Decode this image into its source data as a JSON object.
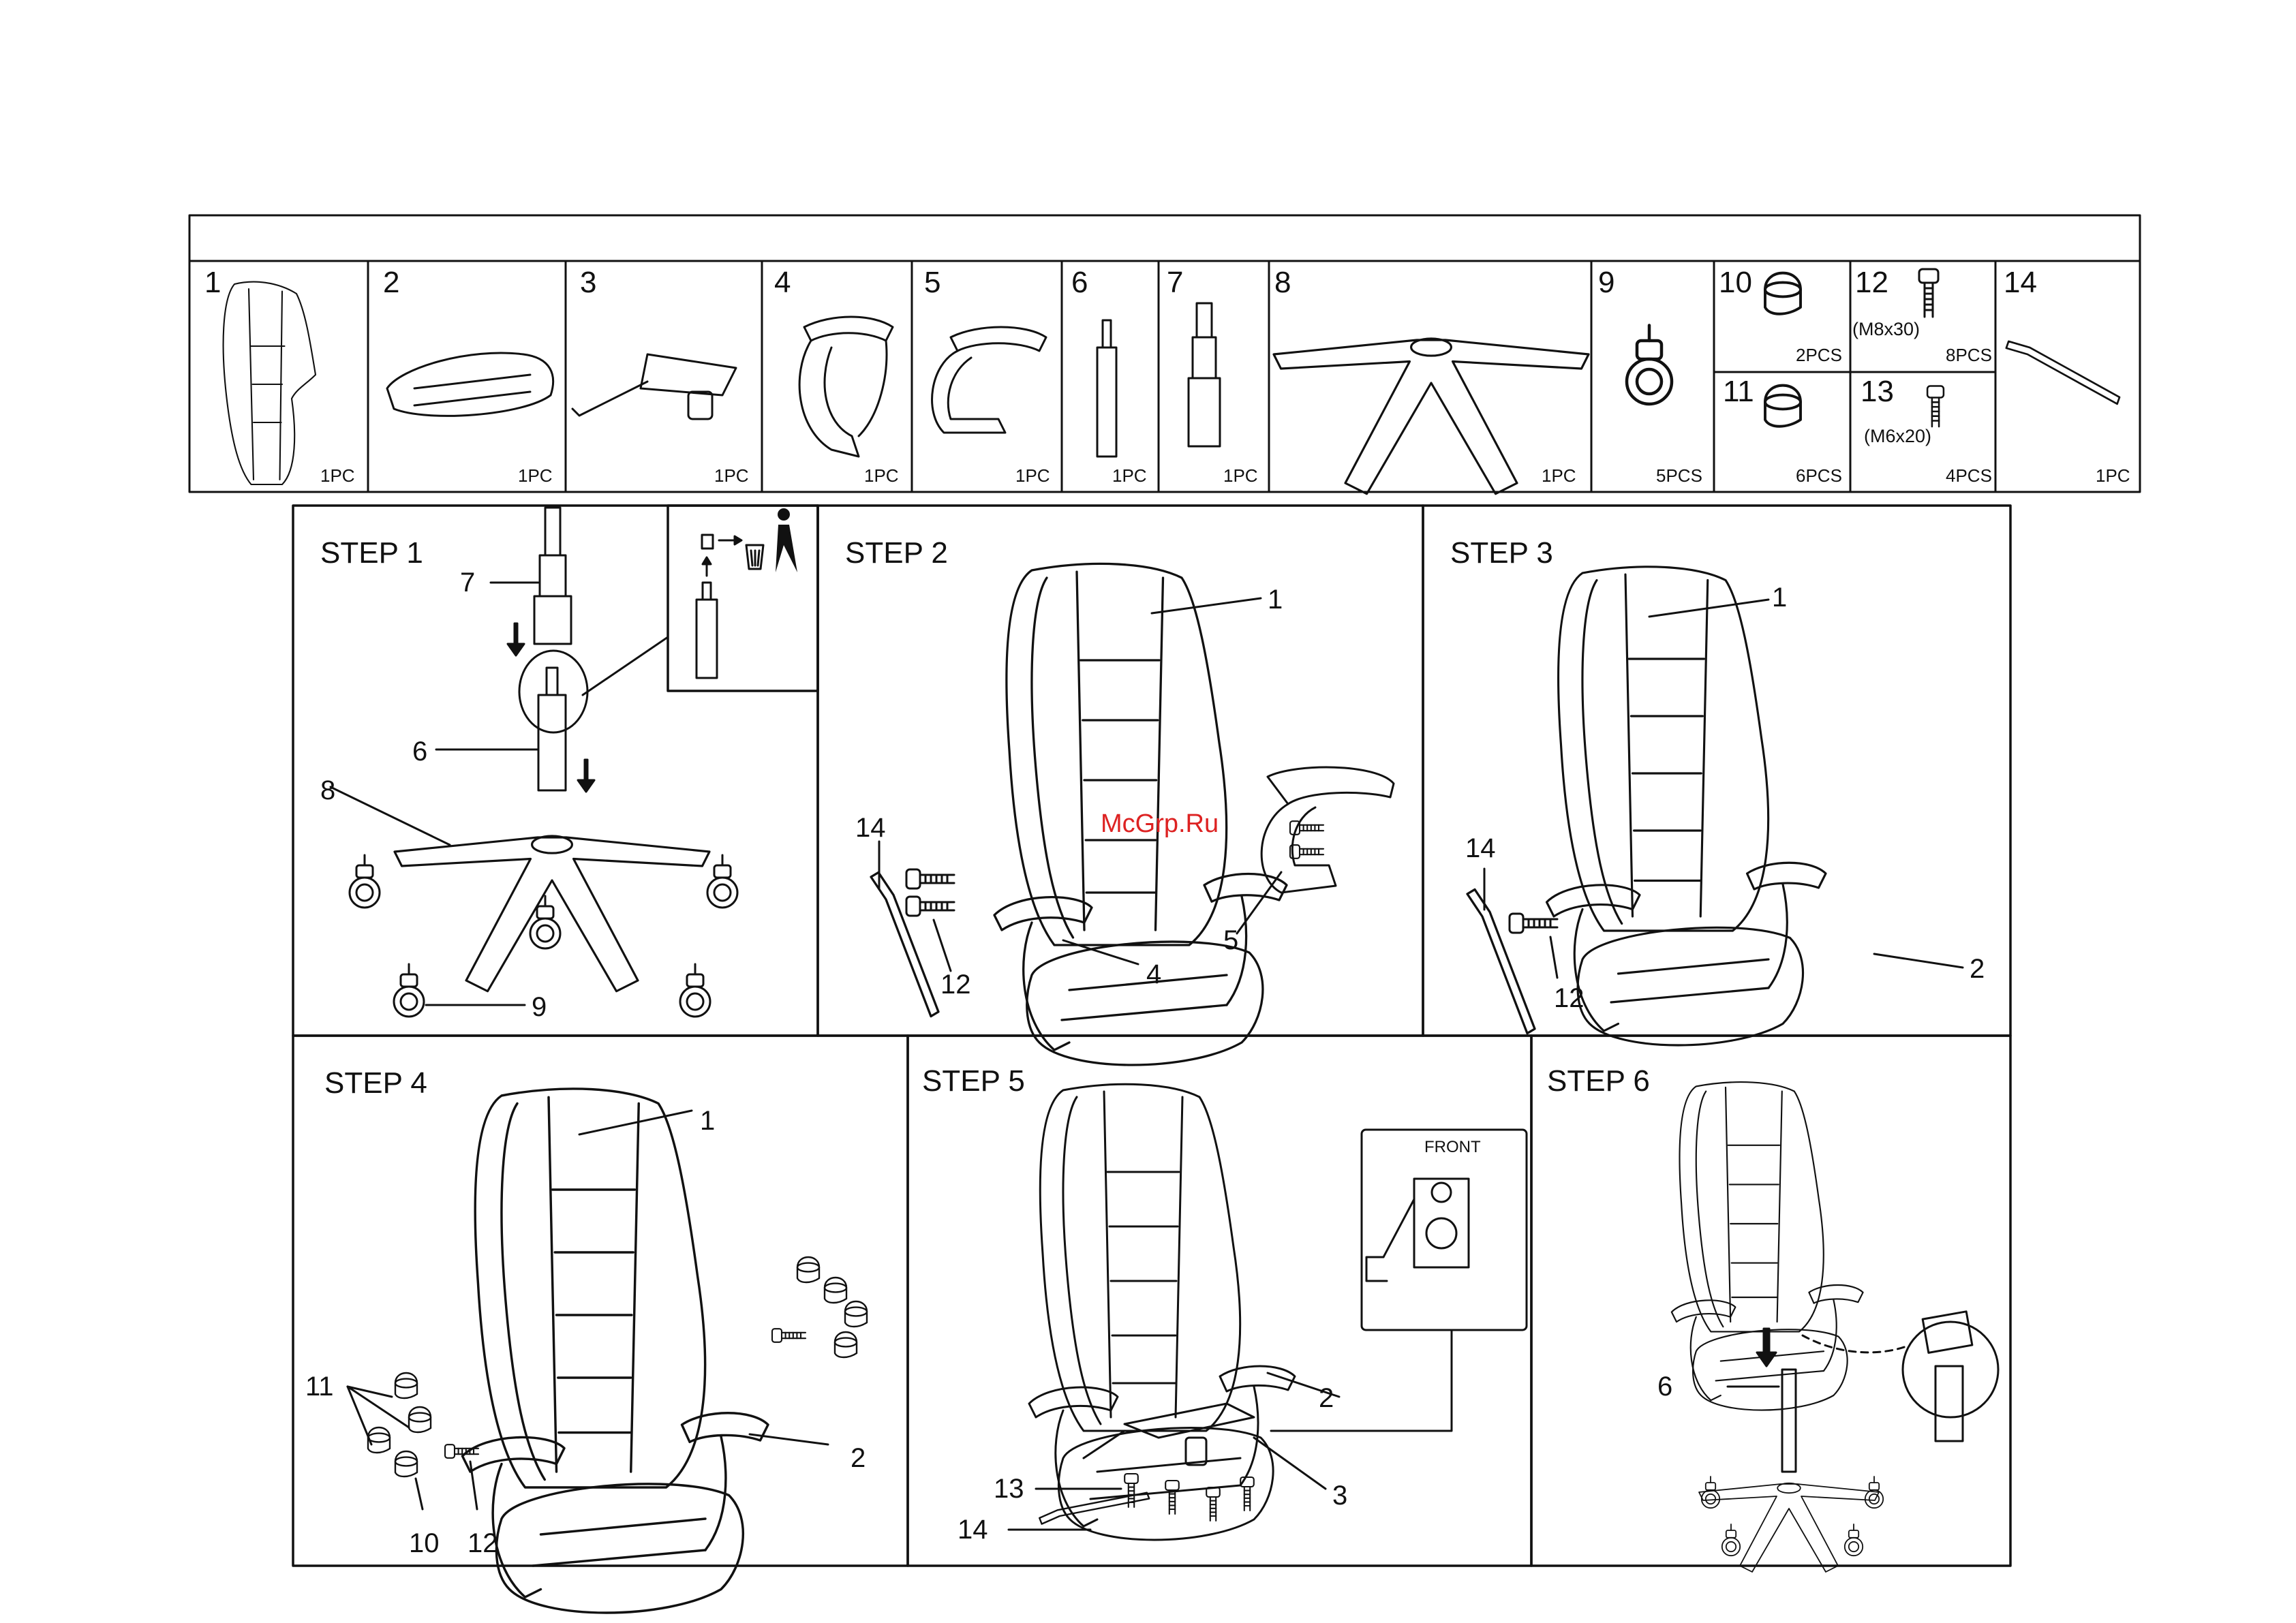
{
  "parts_table": {
    "parts": [
      {
        "num": "1",
        "qty": "1PC",
        "icon": "backrest-icon"
      },
      {
        "num": "2",
        "qty": "1PC",
        "icon": "seat-cushion-icon"
      },
      {
        "num": "3",
        "qty": "1PC",
        "icon": "seat-mechanism-icon"
      },
      {
        "num": "4",
        "qty": "1PC",
        "icon": "armrest-left-icon"
      },
      {
        "num": "5",
        "qty": "1PC",
        "icon": "armrest-right-icon"
      },
      {
        "num": "6",
        "qty": "1PC",
        "icon": "gas-lift-icon"
      },
      {
        "num": "7",
        "qty": "1PC",
        "icon": "gas-lift-cover-icon"
      },
      {
        "num": "8",
        "qty": "1PC",
        "icon": "star-base-icon"
      },
      {
        "num": "9",
        "qty": "5PCS",
        "icon": "caster-icon"
      },
      {
        "num": "10",
        "qty": "2PCS",
        "icon": "cap-icon"
      },
      {
        "num": "11",
        "qty": "6PCS",
        "icon": "cap-icon"
      },
      {
        "num": "12",
        "spec": "(M8x30)",
        "qty": "8PCS",
        "icon": "bolt-icon"
      },
      {
        "num": "13",
        "spec": "(M6x20)",
        "qty": "4PCS",
        "icon": "bolt-icon"
      },
      {
        "num": "14",
        "qty": "1PC",
        "icon": "allen-key-icon"
      }
    ]
  },
  "steps": [
    {
      "title": "STEP 1",
      "labels": [
        "7",
        "6",
        "8",
        "9"
      ]
    },
    {
      "title": "STEP 2",
      "labels": [
        "1",
        "14",
        "12",
        "4",
        "5"
      ]
    },
    {
      "title": "STEP 3",
      "labels": [
        "1",
        "14",
        "12",
        "2"
      ]
    },
    {
      "title": "STEP 4",
      "labels": [
        "1",
        "11",
        "10",
        "12",
        "2"
      ]
    },
    {
      "title": "STEP 5",
      "labels": [
        "FRONT",
        "2",
        "13",
        "3",
        "14"
      ]
    },
    {
      "title": "STEP 6",
      "labels": [
        "6"
      ]
    }
  ],
  "watermark": "McGrp.Ru",
  "icons": [
    "trash-bin-icon",
    "arrow-down-icon",
    "arrow-up-icon",
    "arrow-right-icon"
  ]
}
